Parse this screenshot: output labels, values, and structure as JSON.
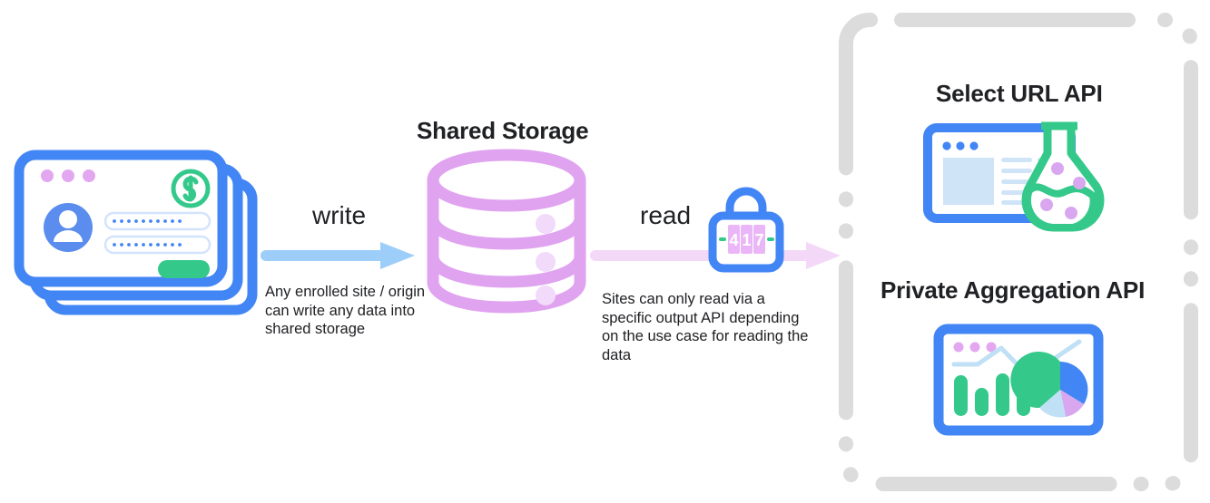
{
  "diagram": {
    "title_shared_storage": "Shared Storage",
    "flow": {
      "write": {
        "label": "write",
        "caption": "Any enrolled site / origin can write any data into shared storage",
        "arrow_color": "#9CCEF9"
      },
      "read": {
        "label": "read",
        "caption": "Sites can only read via a specific output API depending on the use case for reading the data",
        "arrow_color": "#F3D9F7"
      }
    },
    "source": {
      "icon": "browser-login-cards",
      "window_dots": 3,
      "badge": "dollar-circle-icon",
      "fields": 2,
      "submit_button": "green-submit-button"
    },
    "storage": {
      "icon": "database-cylinder-icon",
      "tiers": 3,
      "color": "#E0A3F0"
    },
    "lock": {
      "icon": "combination-lock-icon",
      "digits": [
        "4",
        "1",
        "7"
      ],
      "body_color": "#4285F4",
      "digit_color": "#E0A3F0",
      "dash_color": "#34C98A"
    },
    "outputs": {
      "panel_border_color": "#DCDCDC",
      "items": [
        {
          "title": "Select URL API",
          "icon": "browser-flask-icon",
          "flask_color": "#34C98A",
          "flask_dots": 4,
          "browser_color": "#4285F4"
        },
        {
          "title": "Private Aggregation API",
          "icon": "browser-analytics-icon",
          "browser_color": "#4285F4",
          "chart": {
            "bars": [
              62,
              38,
              66,
              46
            ],
            "bar_color": "#34C98A",
            "line_color": "#BFE0F5",
            "pie_slices": [
              {
                "label": "green",
                "color": "#34C98A",
                "value": 48
              },
              {
                "label": "blue",
                "color": "#4285F4",
                "value": 20
              },
              {
                "label": "purple",
                "color": "#D9A7F0",
                "value": 17
              },
              {
                "label": "lightblue",
                "color": "#BFE0F5",
                "value": 15
              }
            ]
          }
        }
      ]
    }
  }
}
